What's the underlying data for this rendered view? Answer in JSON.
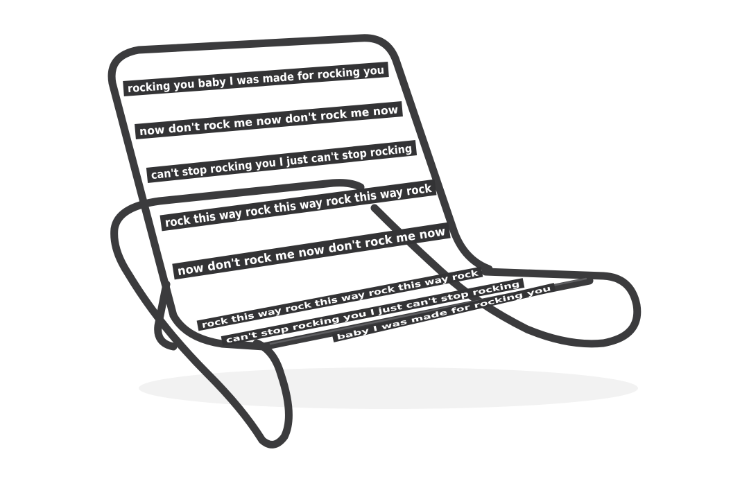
{
  "image": {
    "subject": "rocking-chair",
    "frame_color": "#3b3b3d",
    "strap_color": "#333335",
    "text_color": "#ffffff",
    "straps": [
      "rocking you baby I was made for rocking you",
      "now don't rock me now don't rock me now",
      "can't stop rocking you I just can't stop rocking",
      "rock this way rock this way rock this way rock",
      "now don't rock me now don't rock me now",
      "rock this way rock this way rock this way rock",
      "can't stop rocking you I just can't stop rocking",
      "baby I was made for rocking you"
    ]
  }
}
